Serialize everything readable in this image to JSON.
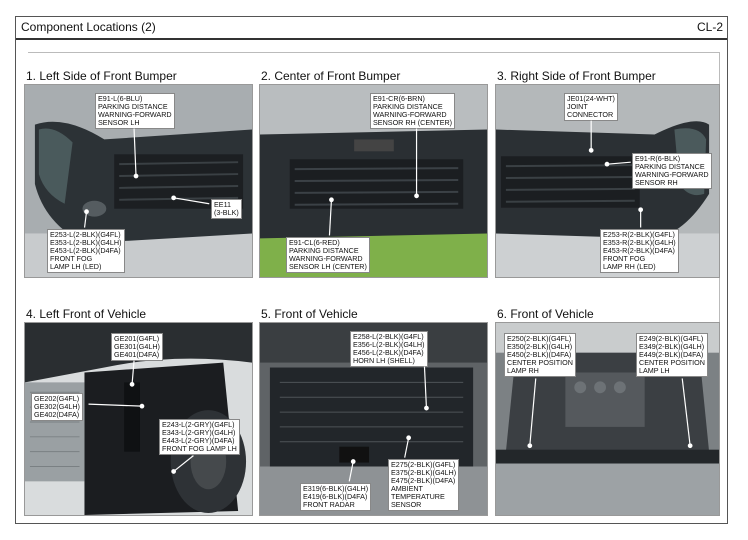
{
  "header": {
    "title": "Component Locations (2)",
    "code": "CL-2"
  },
  "panels": [
    {
      "caption": "1. Left Side of Front Bumper",
      "labels": [
        [
          "E91-L(6-BLU)",
          "PARKING DISTANCE",
          "WARNING-FORWARD",
          "SENSOR LH"
        ],
        [
          "EE11",
          "(3-BLK)"
        ],
        [
          "E253-L(2-BLK)(G4FL)",
          "E353-L(2-BLK)(G4LH)",
          "E453-L(2-BLK)(D4FA)",
          "FRONT FOG",
          "LAMP LH (LED)"
        ]
      ]
    },
    {
      "caption": "2. Center of Front Bumper",
      "labels": [
        [
          "E91-CR(6-BRN)",
          "PARKING DISTANCE",
          "WARNING-FORWARD",
          "SENSOR RH (CENTER)"
        ],
        [
          "E91-CL(6-RED)",
          "PARKING DISTANCE",
          "WARNING-FORWARD",
          "SENSOR LH (CENTER)"
        ]
      ]
    },
    {
      "caption": "3. Right Side of Front Bumper",
      "labels": [
        [
          "JE01(24-WHT)",
          "JOINT",
          "CONNECTOR"
        ],
        [
          "E91-R(6-BLK)",
          "PARKING DISTANCE",
          "WARNING-FORWARD",
          "SENSOR RH"
        ],
        [
          "E253-R(2-BLK)(G4FL)",
          "E353-R(2-BLK)(G4LH)",
          "E453-R(2-BLK)(D4FA)",
          "FRONT FOG",
          "LAMP RH (LED)"
        ]
      ]
    },
    {
      "caption": "4. Left Front of Vehicle",
      "labels": [
        [
          "GE201(G4FL)",
          "GE301(G4LH)",
          "GE401(D4FA)"
        ],
        [
          "GE202(G4FL)",
          "GE302(G4LH)",
          "GE402(D4FA)"
        ],
        [
          "E243-L(2-GRY)(G4FL)",
          "E343-L(2-GRY)(G4LH)",
          "E443-L(2-GRY)(D4FA)",
          "FRONT FOG LAMP LH"
        ]
      ]
    },
    {
      "caption": "5. Front of Vehicle",
      "labels": [
        [
          "E258-L(2-BLK)(G4FL)",
          "E356-L(2-BLK)(G4LH)",
          "E456-L(2-BLK)(D4FA)",
          "HORN LH (SHELL)"
        ],
        [
          "E275(2-BLK)(G4FL)",
          "E375(2-BLK)(G4LH)",
          "E475(2-BLK)(D4FA)",
          "AMBIENT",
          "TEMPERATURE",
          "SENSOR"
        ],
        [
          "E319(6-BLK)(G4LH)",
          "E419(6-BLK)(D4FA)",
          "FRONT RADAR"
        ]
      ]
    },
    {
      "caption": "6. Front of Vehicle",
      "labels": [
        [
          "E250(2-BLK)(G4FL)",
          "E350(2-BLK)(G4LH)",
          "E450(2-BLK)(D4FA)",
          "CENTER POSITION",
          "LAMP RH"
        ],
        [
          "E249(2-BLK)(G4FL)",
          "E349(2-BLK)(G4LH)",
          "E449(2-BLK)(D4FA)",
          "CENTER POSITION",
          "LAMP LH"
        ]
      ]
    }
  ]
}
